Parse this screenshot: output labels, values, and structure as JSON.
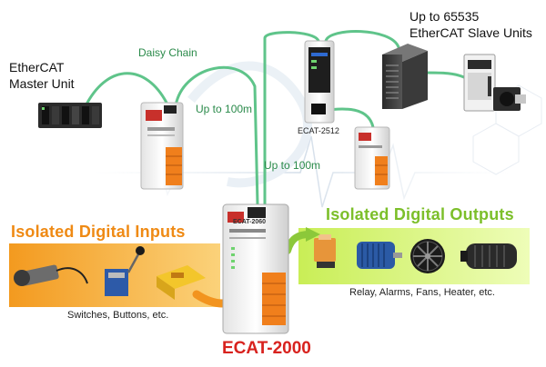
{
  "labels": {
    "master_line1": "EtherCAT",
    "master_line2": "Master Unit",
    "daisy_chain": "Daisy Chain",
    "up_to_100m_a": "Up to 100m",
    "up_to_100m_b": "Up to 100m",
    "slaves_line1": "Up to 65535",
    "slaves_line2": "EtherCAT Slave Units",
    "ecat_2512": "ECAT-2512",
    "isolated_inputs": "Isolated Digital Inputs",
    "isolated_outputs": "Isolated Digital Outputs",
    "inputs_caption": "Switches, Buttons, etc.",
    "outputs_caption": "Relay, Alarms, Fans, Heater, etc.",
    "product_name": "ECAT-2000",
    "module_label": "ECAT-2060"
  },
  "colors": {
    "cable": "#5fc48a",
    "inputs_accent": "#ef8a14",
    "outputs_accent": "#7cbf2a",
    "product": "#d8221e",
    "terminal": "#f07f1c"
  }
}
